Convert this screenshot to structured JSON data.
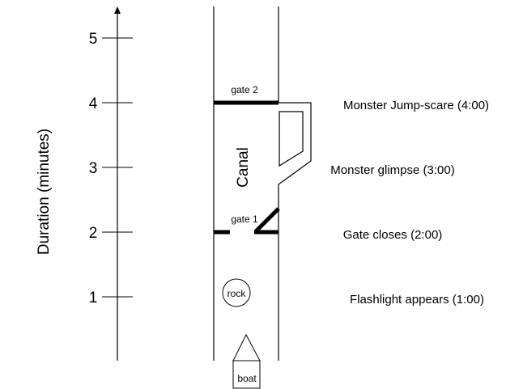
{
  "axis": {
    "label": "Duration (minutes)",
    "ticks": [
      "1",
      "2",
      "3",
      "4",
      "5"
    ]
  },
  "canal": {
    "label": "Canal"
  },
  "gates": {
    "gate1_label": "gate 1",
    "gate2_label": "gate 2"
  },
  "objects": {
    "rock_label": "rock",
    "boat_label": "boat"
  },
  "events": [
    {
      "label": "Flashlight appears (1:00)"
    },
    {
      "label": "Gate closes (2:00)"
    },
    {
      "label": "Monster glimpse (3:00)"
    },
    {
      "label": "Monster Jump-scare (4:00)"
    }
  ]
}
